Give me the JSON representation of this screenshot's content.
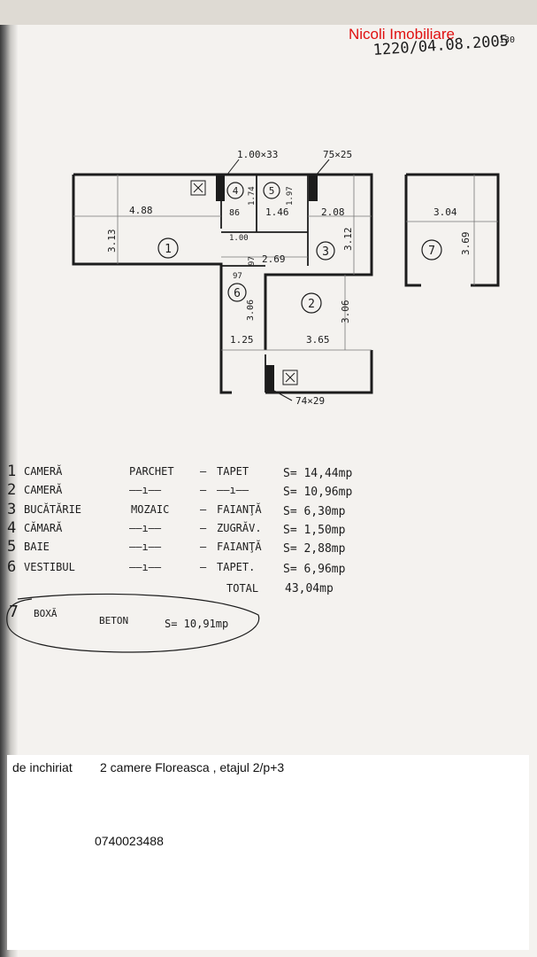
{
  "header": {
    "watermark": "Nicoli Imobiliare",
    "reference": "1220/04.08.2005",
    "page_number": "130"
  },
  "plan": {
    "room_markers": [
      "1",
      "2",
      "3",
      "4",
      "5",
      "6",
      "7"
    ],
    "dimensions": {
      "vent_a": "1.00×33",
      "vent_b": "75×25",
      "vent_c": "74×29",
      "r1_width": "4.88",
      "r1_depth": "3.13",
      "r4_width": "86",
      "r4_depth": "1.74",
      "r5_width": "1.46",
      "r5_depth": "1.97",
      "r3_width": "2.08",
      "r3_depth": "3.12",
      "hall_width": "2.69",
      "door_a": "1.00",
      "door_b": "97",
      "hall_depth": "97",
      "r6_depth": "3.06",
      "r6_width": "1.25",
      "r2_width": "3.65",
      "r2_depth": "3.06",
      "r7_width": "3.04",
      "r7_depth": "3.69"
    }
  },
  "legend": {
    "rows": [
      {
        "num": "1",
        "room": "CAMERĂ",
        "floor": "PARCHET",
        "dash": "–",
        "walls": "TAPET",
        "area": "S= 14,44mp"
      },
      {
        "num": "2",
        "room": "CAMERĂ",
        "floor": "——ı——",
        "dash": "–",
        "walls": "——ı——",
        "area": "S= 10,96mp"
      },
      {
        "num": "3",
        "room": "BUCĂTĂRIE",
        "floor": "MOZAIC",
        "dash": "–",
        "walls": "FAIANŢĂ",
        "area": "S= 6,30mp"
      },
      {
        "num": "4",
        "room": "CĂMARĂ",
        "floor": "——ı——",
        "dash": "–",
        "walls": "ZUGRĂV.",
        "area": "S= 1,50mp"
      },
      {
        "num": "5",
        "room": "BAIE",
        "floor": "——ı——",
        "dash": "–",
        "walls": "FAIANŢĂ",
        "area": "S= 2,88mp"
      },
      {
        "num": "6",
        "room": "VESTIBUL",
        "floor": "——ı——",
        "dash": "–",
        "walls": "TAPET.",
        "area": "S= 6,96mp"
      }
    ],
    "total_label": "TOTAL",
    "total_value": "43,04mp",
    "box": {
      "num": "7",
      "room": "BOXĂ",
      "floor": "BETON",
      "area": "S= 10,91mp"
    }
  },
  "listing": {
    "type": "de inchiriat",
    "description": "2 camere Floreasca , etajul 2/p+3",
    "phone": "0740023488"
  }
}
